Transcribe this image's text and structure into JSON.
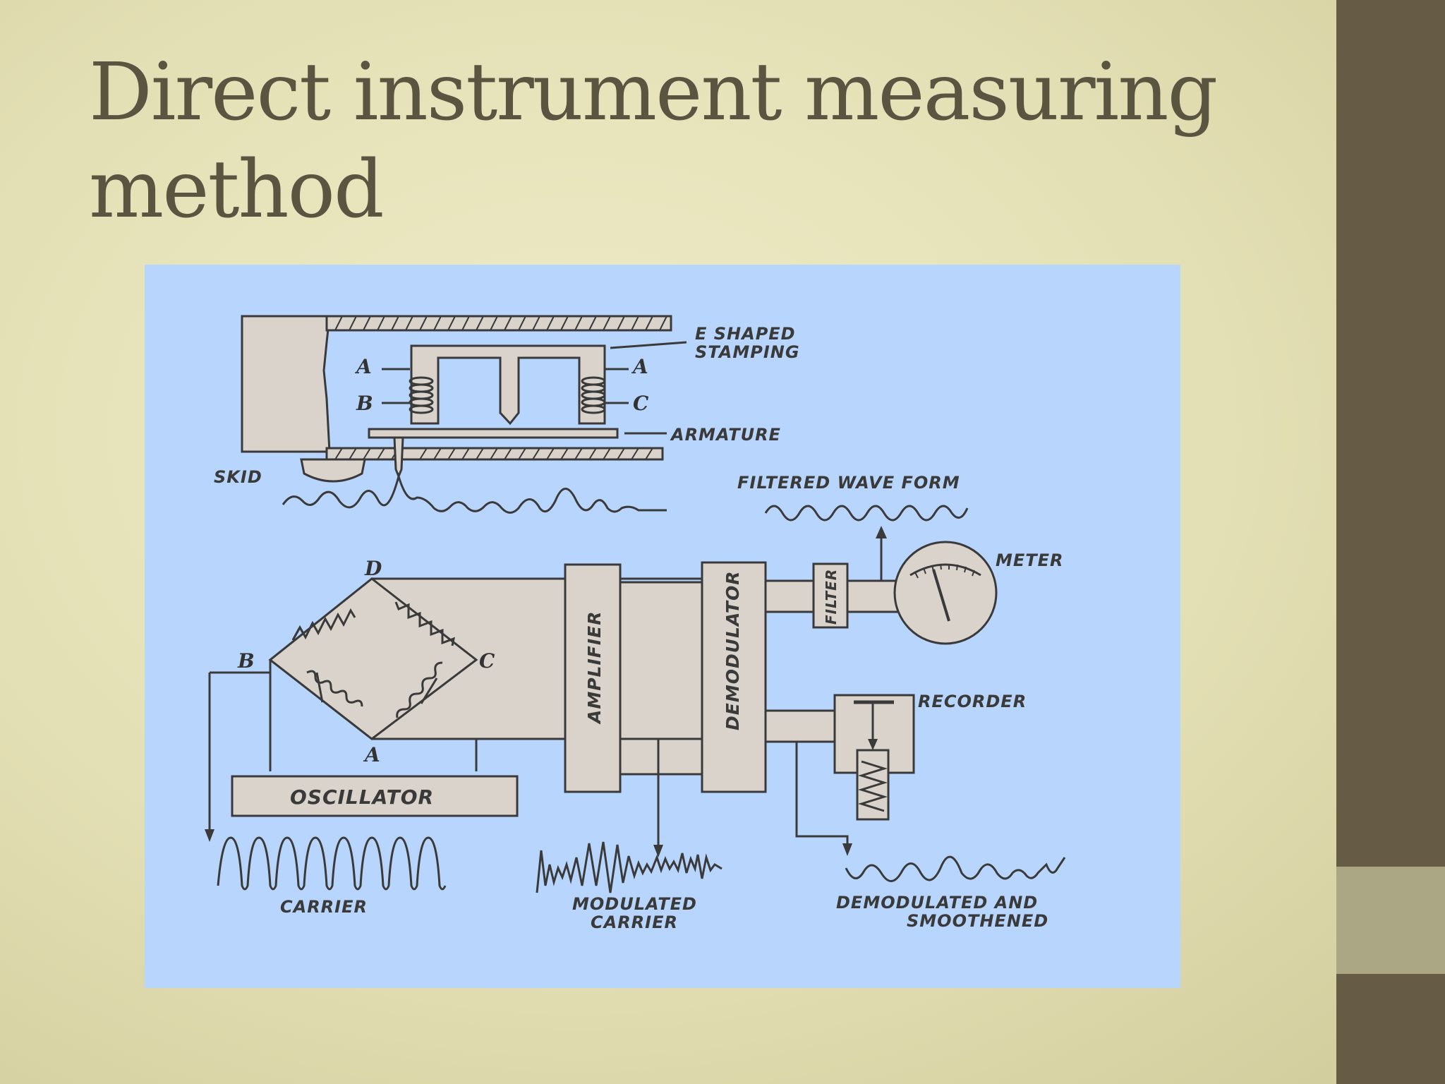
{
  "slide": {
    "title": "Direct instrument measuring method"
  },
  "diagram": {
    "labels": {
      "e_shaped_1": "E SHAPED",
      "e_shaped_2": "STAMPING",
      "armature": "ARMATURE",
      "skid": "SKID",
      "filtered_wave": "FILTERED WAVE FORM",
      "meter": "METER",
      "recorder": "RECORDER",
      "oscillator": "OSCILLATOR",
      "amplifier": "AMPLIFIER",
      "demodulator": "DEMODULATOR",
      "filter": "FILTER",
      "carrier": "CARRIER",
      "modulated_1": "MODULATED",
      "modulated_2": "CARRIER",
      "demod_1": "DEMODULATED AND",
      "demod_2": "SMOOTHENED"
    },
    "nodes": {
      "top_a_left": "A",
      "top_b_left": "B",
      "top_a_right": "A",
      "top_c_right": "C",
      "bridge_d": "D",
      "bridge_b": "B",
      "bridge_c": "C",
      "bridge_a": "A"
    }
  },
  "colors": {
    "background": "#e6e2b8",
    "title": "#5a5540",
    "figure_bg": "#b8d6fd",
    "sidebar_dark": "#665c46",
    "sidebar_light": "#aba684"
  }
}
